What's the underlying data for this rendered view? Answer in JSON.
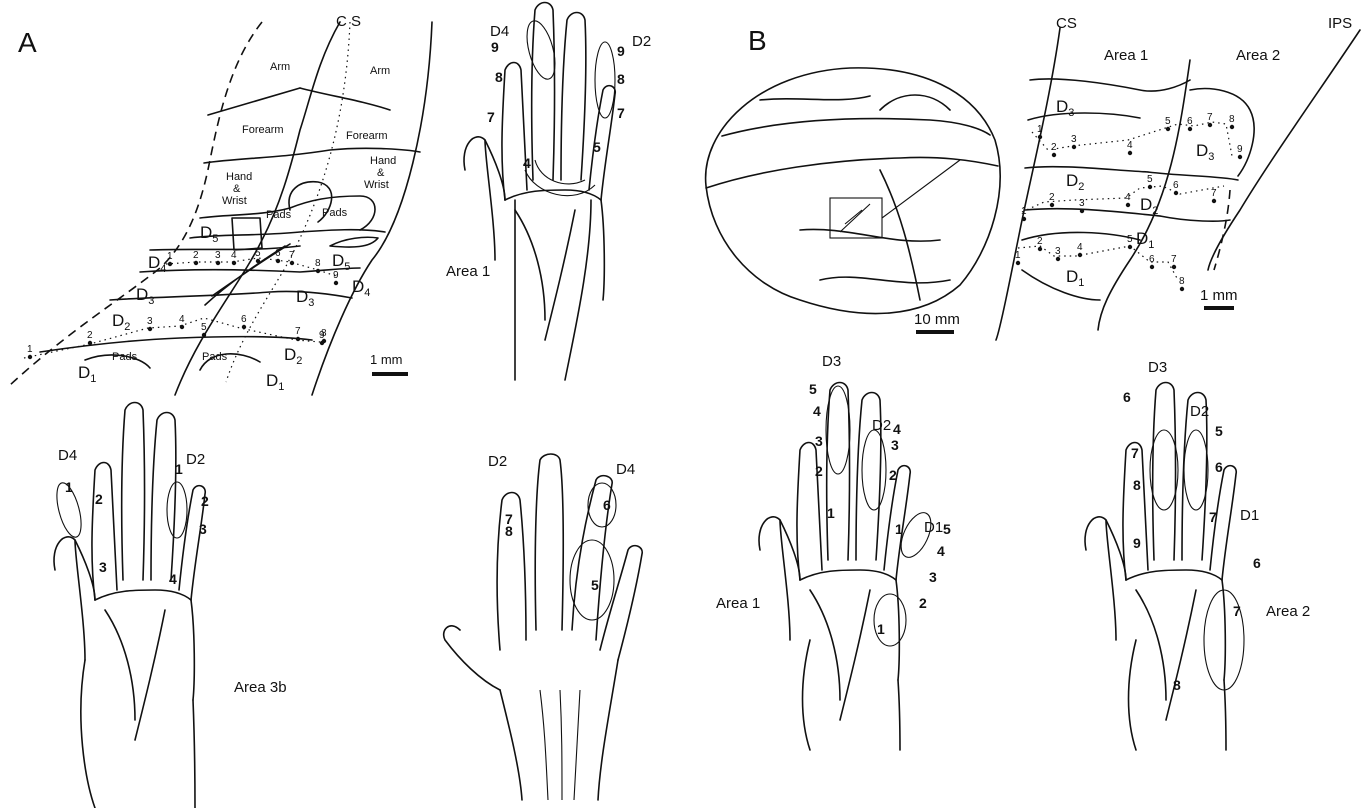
{
  "panels": {
    "a": "A",
    "b": "B"
  },
  "cortex_a": {
    "sulcus": "C S",
    "regions": {
      "arm_left": "Arm",
      "arm_right": "Arm",
      "forearm_left": "Forearm",
      "forearm_right": "Forearm",
      "hand_left": "Hand",
      "amp_left": "&",
      "wrist_left": "Wrist",
      "hand_right": "Hand",
      "amp_right": "&",
      "wrist_right": "Wrist",
      "pads_top_left": "Pads",
      "pads_top_right": "Pads",
      "pads_bottom_left": "Pads",
      "pads_bottom_right": "Pads"
    },
    "digit_letter": "D",
    "digits": {
      "d5_left": "5",
      "d4_left": "4",
      "d3_left": "3",
      "d2_left": "2",
      "d1_left": "1",
      "d5_right": "5",
      "d4_right": "4",
      "d3_right": "3",
      "d2_right": "2",
      "d1_right": "1"
    },
    "scale": "1 mm",
    "row_d4_numbers": [
      "1",
      "2",
      "3",
      "4",
      "5",
      "6",
      "7",
      "8",
      "9"
    ],
    "row_d2_numbers": [
      "1",
      "2",
      "3",
      "4",
      "5",
      "6",
      "7",
      "8",
      "9"
    ]
  },
  "hand_a_area1": {
    "area": "Area 1",
    "digit_labels": {
      "left": "D4",
      "right": "D2"
    },
    "d4_numbers": [
      "9",
      "8",
      "7",
      "4"
    ],
    "d2_numbers": [
      "9",
      "8",
      "7",
      "5"
    ]
  },
  "hand_a_area3b": {
    "area": "Area 3b",
    "digit_labels": {
      "left": "D4",
      "right": "D2"
    },
    "d4_numbers": [
      "1",
      "2",
      "3"
    ],
    "d2_numbers": [
      "1",
      "2",
      "3",
      "4"
    ]
  },
  "hand_a_dorsal": {
    "digit_labels": {
      "left": "D2",
      "right": "D4"
    },
    "d2_numbers": [
      "7",
      "8"
    ],
    "d4_numbers": [
      "6",
      "5"
    ]
  },
  "brain_b": {
    "scale": "10 mm"
  },
  "cortex_b": {
    "sulci": {
      "cs": "CS",
      "ips": "IPS"
    },
    "areas": {
      "area1": "Area 1",
      "area2": "Area 2"
    },
    "digit_letter": "D",
    "digits": {
      "d3_left": "3",
      "d3_right": "3",
      "d2_left": "2",
      "d2_right": "2",
      "d1_left": "1",
      "d1_right": "1"
    },
    "scale": "1 mm",
    "row_d3_numbers": [
      "1",
      "2",
      "3",
      "4",
      "5",
      "6",
      "7",
      "8",
      "9"
    ],
    "row_d2_numbers": [
      "1",
      "2",
      "3",
      "4",
      "5",
      "6",
      "7"
    ],
    "row_d1_numbers": [
      "1",
      "2",
      "3",
      "4",
      "5",
      "6",
      "7",
      "8"
    ]
  },
  "hand_b_area1": {
    "area": "Area 1",
    "digit_labels": {
      "d3": "D3",
      "d2": "D2",
      "d1": "D1"
    },
    "d3_numbers": [
      "5",
      "4",
      "3",
      "2",
      "1"
    ],
    "d2_numbers": [
      "4",
      "3",
      "2",
      "1"
    ],
    "d1_numbers": [
      "5",
      "4",
      "3",
      "2",
      "1"
    ]
  },
  "hand_b_area2": {
    "area": "Area 2",
    "digit_labels": {
      "d3": "D3",
      "d2": "D2",
      "d1": "D1"
    },
    "d3_numbers": [
      "6",
      "7",
      "8",
      "9"
    ],
    "d2_numbers": [
      "5",
      "6",
      "7"
    ],
    "d1_numbers": [
      "6",
      "7",
      "8"
    ]
  }
}
